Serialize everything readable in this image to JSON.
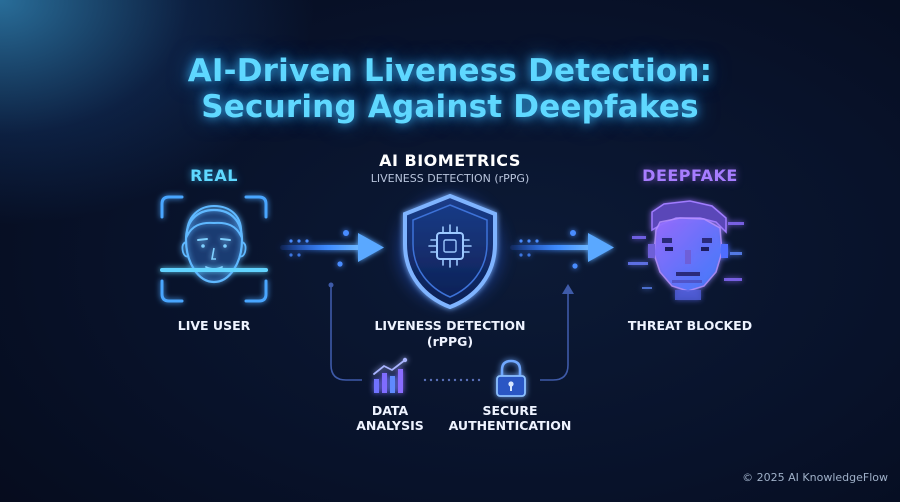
{
  "title": {
    "line1": "AI-Driven Liveness Detection:",
    "line2": "Securing Against Deepfakes"
  },
  "real": {
    "header": "REAL",
    "caption": "LIVE USER",
    "icon": "face-scan-icon"
  },
  "center": {
    "header": "AI BIOMETRICS",
    "subheader": "LIVENESS DETECTION (rPPG)",
    "caption_line1": "LIVENESS DETECTION",
    "caption_line2": "(rPPG)",
    "icon": "shield-chip-icon"
  },
  "deepfake": {
    "header": "DEEPFAKE",
    "caption": "THREAT BLOCKED",
    "icon": "glitch-face-icon"
  },
  "bottom": {
    "data_line1": "DATA",
    "data_line2": "ANALYSIS",
    "data_icon": "bar-chart-icon",
    "auth_line1": "SECURE",
    "auth_line2": "AUTHENTICATION",
    "auth_icon": "lock-icon"
  },
  "footer": "© 2025 AI KnowledgeFlow",
  "colors": {
    "cyan": "#5fd8ff",
    "blue": "#3a8dff",
    "purple": "#a77dff",
    "background": "#08122a"
  }
}
